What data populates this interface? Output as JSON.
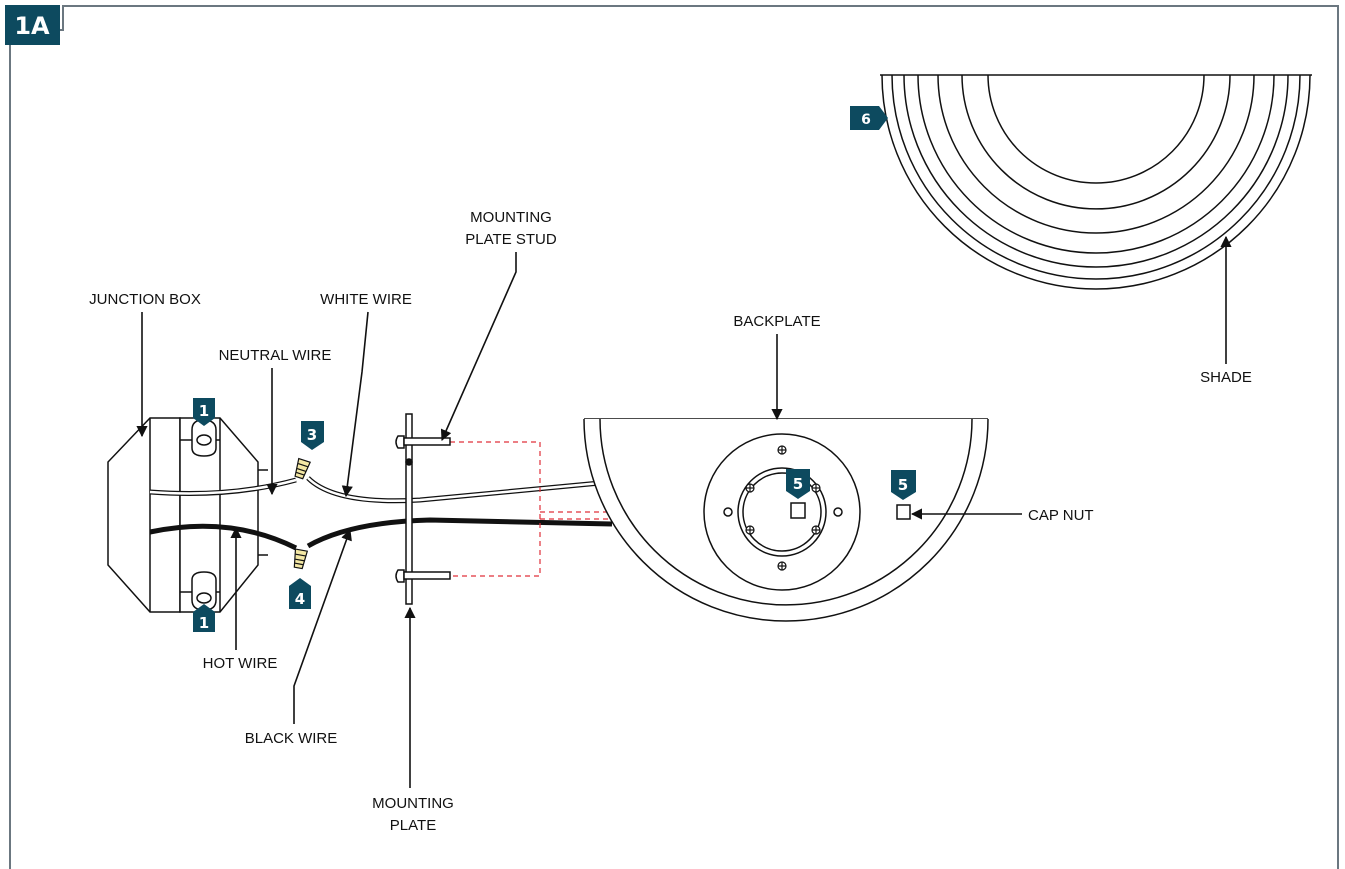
{
  "figure": {
    "badge": "1A",
    "colors": {
      "badge": "#0d4a5f",
      "frame": "#6b7780",
      "ink": "#111111",
      "dash": "#e0303a",
      "wirenut": "#f3e7a4"
    }
  },
  "labels": {
    "junction_box": "JUNCTION BOX",
    "neutral_wire": "NEUTRAL WIRE",
    "white_wire": "WHITE WIRE",
    "mounting_plate_stud_1": "MOUNTING",
    "mounting_plate_stud_2": "PLATE STUD",
    "backplate": "BACKPLATE",
    "shade": "SHADE",
    "cap_nut": "CAP NUT",
    "hot_wire": "HOT WIRE",
    "black_wire": "BLACK WIRE",
    "mounting_plate_1": "MOUNTING",
    "mounting_plate_2": "PLATE"
  },
  "steps": {
    "screws_top": "1",
    "screws_bottom": "1",
    "white_connection": "3",
    "black_connection": "4",
    "cap_nut_center": "5",
    "cap_nut_side": "5",
    "shade": "6"
  }
}
